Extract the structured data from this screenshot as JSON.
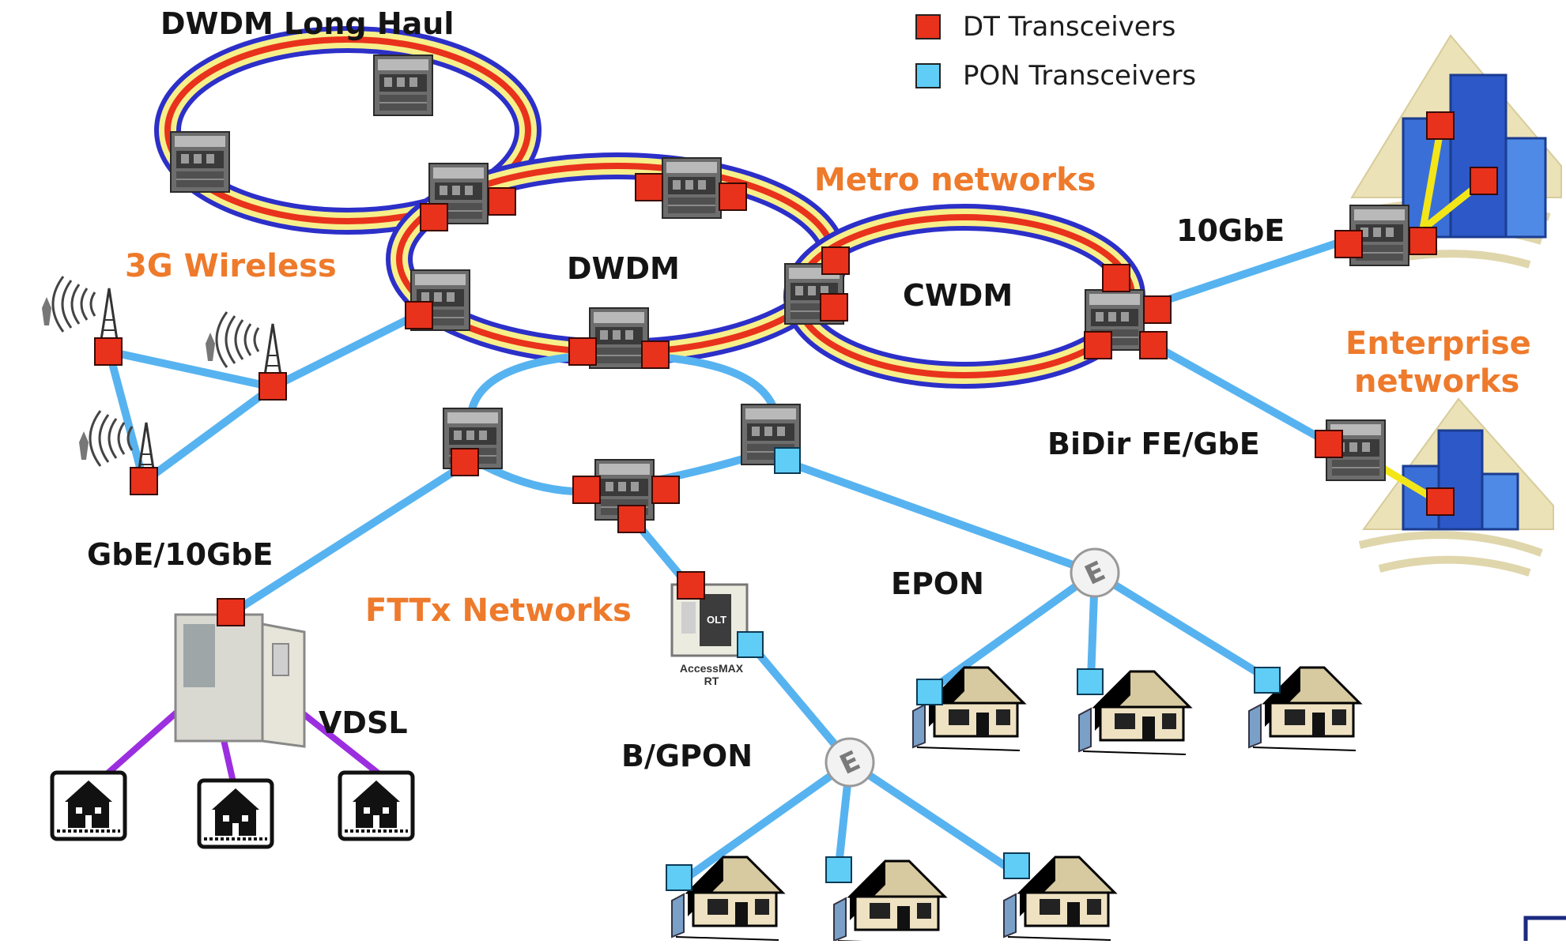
{
  "legend": {
    "dt_label": "DT Transceivers",
    "pon_label": "PON Transceivers",
    "dt_color": "#e8321c",
    "pon_color": "#5fcdf5"
  },
  "labels": {
    "dwdm_long_haul": "DWDM Long Haul",
    "metro_networks": "Metro networks",
    "wireless_3g": "3G Wireless",
    "dwdm": "DWDM",
    "cwdm": "CWDM",
    "tengbe": "10GbE",
    "enterprise_line1": "Enterprise",
    "enterprise_line2": "networks",
    "bidir": "BiDir FE/GbE",
    "gbe_10gbe": "GbE/10GbE",
    "fttx": "FTTx Networks",
    "epon": "EPON",
    "vdsl": "VDSL",
    "bgpon": "B/GPON",
    "olt": "OLT",
    "accessmax_line1": "AccessMAX",
    "accessmax_line2": "RT"
  },
  "colors": {
    "ring_outer": "#2c2fc8",
    "ring_middle": "#f7ef8a",
    "ring_inner": "#e8321c",
    "link_blue": "#57b3f0",
    "link_purple": "#9b2fe0",
    "link_yellow": "#f2e619",
    "orange_text": "#ee7a2b"
  }
}
